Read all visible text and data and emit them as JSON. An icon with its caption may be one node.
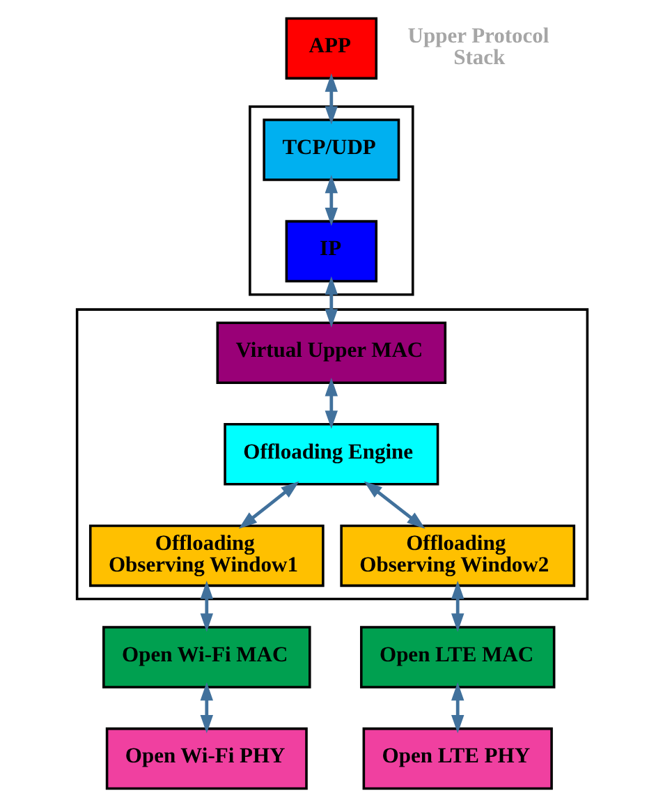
{
  "diagram": {
    "nodes": [
      {
        "text": [
          "APP"
        ]
      },
      {
        "text": [],
        "shape": "box"
      },
      {
        "text": [
          "TCP/UDP"
        ],
        "in": 1
      },
      {
        "text": [
          "IP"
        ],
        "in": 1
      },
      {
        "text": [],
        "shape": "box"
      },
      {
        "text": [
          "Virtual Upper MAC"
        ],
        "in": 4
      },
      {
        "text": [
          "Offloading Engine"
        ],
        "in": 4
      },
      {
        "text": [
          "Offloading Observing Window1"
        ],
        "in": 4
      },
      {
        "text": [
          "Offloading Observing Window2"
        ],
        "in": 4
      },
      {
        "text": [
          "Open Wi-Fi MAC"
        ]
      },
      {
        "text": [
          "Open LTE MAC"
        ]
      },
      {
        "text": [
          "Open Wi-Fi PHY"
        ]
      },
      {
        "text": [
          "Open LTE PHY"
        ]
      }
    ],
    "edges": [
      {
        "from": 0,
        "to": 2,
        "arrow": "both"
      },
      {
        "from": 2,
        "to": 3,
        "arrow": "both"
      },
      {
        "from": 3,
        "to": 5,
        "arrow": "both"
      },
      {
        "from": 5,
        "to": 6,
        "arrow": "both"
      },
      {
        "from": 6,
        "to": 7,
        "arrow": "both"
      },
      {
        "from": 6,
        "to": 8,
        "arrow": "both"
      },
      {
        "from": 7,
        "to": 9,
        "arrow": "both"
      },
      {
        "from": 8,
        "to": 10,
        "arrow": "both"
      },
      {
        "from": 9,
        "to": 11,
        "arrow": "both"
      },
      {
        "from": 10,
        "to": 12,
        "arrow": "both"
      }
    ],
    "labels": [
      "Upper Protocol Stack"
    ]
  }
}
